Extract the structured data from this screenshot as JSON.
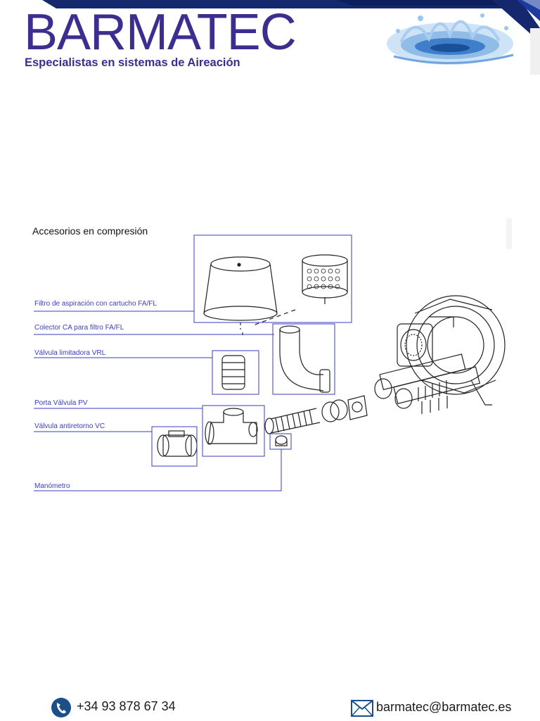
{
  "header": {
    "brand": "BARMATEC",
    "tagline": "Especialistas en sistemas de Aireación"
  },
  "diagram": {
    "title": "Accesorios en compresión",
    "callouts": [
      "Filtro de aspiración con cartucho FA/FL",
      "Colector CA para filtro FA/FL",
      "Válvula limitadora VRL",
      "Porta Válvula PV",
      "Válvula antiretorno  VC",
      "Manómetro"
    ]
  },
  "footer": {
    "phone": "+34 93 878 67 34",
    "email": "barmatec@barmatec.es"
  },
  "colors": {
    "brand": "#3b2e8f",
    "header_bar": "#15286e",
    "callout": "#3a3ec4",
    "footer_icon": "#1b4f8a"
  }
}
